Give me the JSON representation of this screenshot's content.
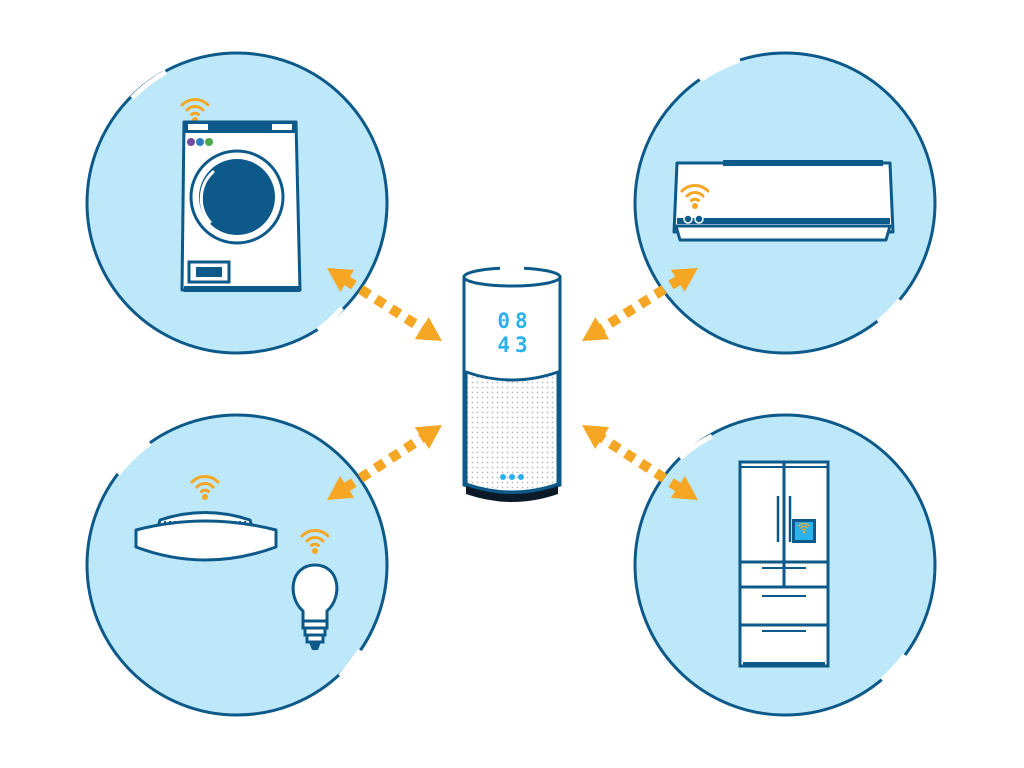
{
  "speaker": {
    "clock_hours": "08",
    "clock_minutes": "43"
  },
  "devices": [
    {
      "id": "washing-machine",
      "wifi": true
    },
    {
      "id": "air-conditioner",
      "wifi": true
    },
    {
      "id": "ceiling-light",
      "wifi": true
    },
    {
      "id": "light-bulb",
      "wifi": true
    },
    {
      "id": "refrigerator",
      "wifi": true
    }
  ],
  "colors": {
    "outline": "#0d5a8a",
    "circle_fill": "#bde8f9",
    "device_fill": "#ffffff",
    "accent": "#f5a623",
    "display_text": "#2ab2ec",
    "speaker_base": "#0c1a28",
    "mesh": "#c8c8c8"
  }
}
